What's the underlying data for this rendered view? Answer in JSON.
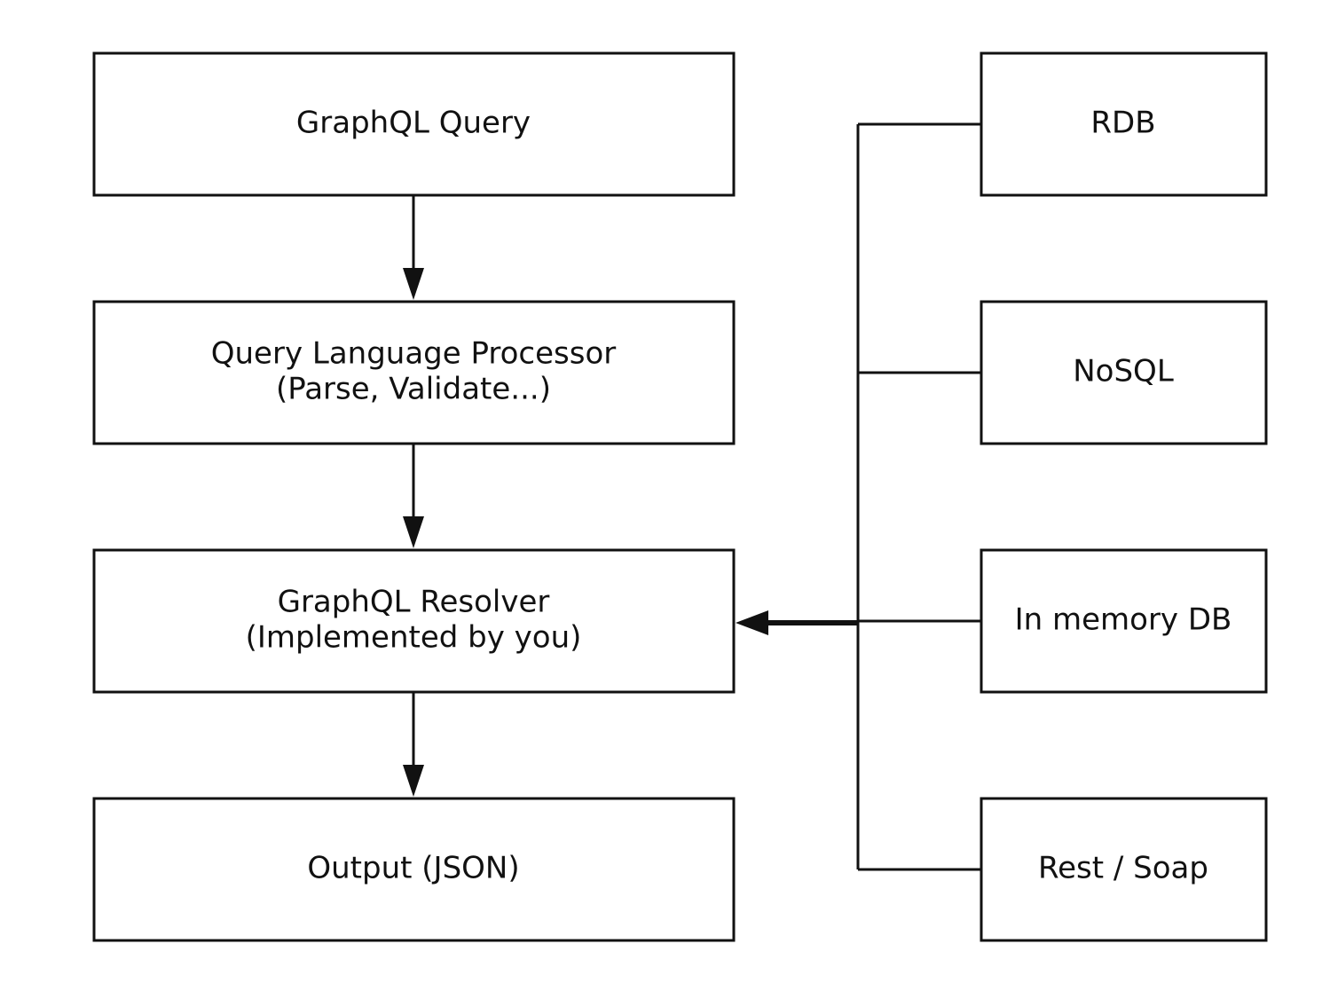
{
  "nodes": {
    "graphql_query": {
      "lines": [
        "GraphQL Query"
      ]
    },
    "query_processor": {
      "lines": [
        "Query Language Processor",
        "(Parse, Validate...)"
      ]
    },
    "graphql_resolver": {
      "lines": [
        "GraphQL Resolver",
        "(Implemented by you)"
      ]
    },
    "output": {
      "lines": [
        "Output (JSON)"
      ]
    },
    "rdb": {
      "lines": [
        "RDB"
      ]
    },
    "nosql": {
      "lines": [
        "NoSQL"
      ]
    },
    "in_memory_db": {
      "lines": [
        "In memory DB"
      ]
    },
    "rest_soap": {
      "lines": [
        "Rest / Soap"
      ]
    }
  },
  "edges": [
    {
      "from": "graphql_query",
      "to": "query_processor"
    },
    {
      "from": "query_processor",
      "to": "graphql_resolver"
    },
    {
      "from": "graphql_resolver",
      "to": "output"
    },
    {
      "from": "rdb",
      "to": "graphql_resolver"
    },
    {
      "from": "nosql",
      "to": "graphql_resolver"
    },
    {
      "from": "in_memory_db",
      "to": "graphql_resolver"
    },
    {
      "from": "rest_soap",
      "to": "graphql_resolver"
    }
  ],
  "colors": {
    "stroke": "#111111",
    "background": "#ffffff"
  }
}
